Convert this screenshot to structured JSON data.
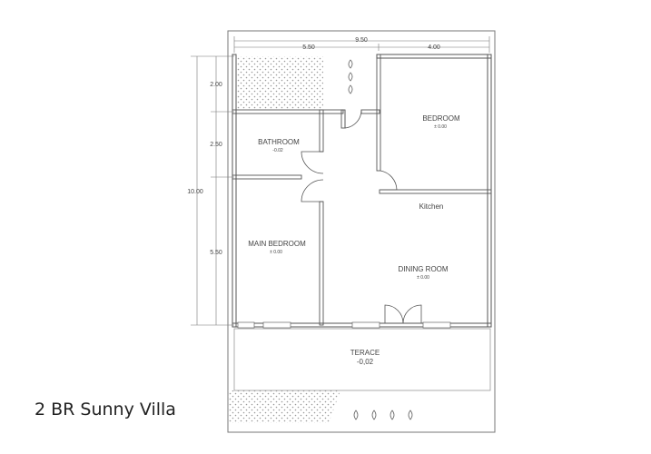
{
  "caption": "2 BR Sunny Villa",
  "dimensions": {
    "overall_width": "9.50",
    "left_width": "5.50",
    "right_width": "4.00",
    "overall_height": "10.00",
    "seg_top": "2.00",
    "seg_middle": "2.50",
    "seg_bottom": "5.50"
  },
  "rooms": {
    "bedroom": {
      "name": "BEDROOM",
      "level": "± 0.00"
    },
    "bathroom": {
      "name": "BATHROOM",
      "level": "-0.02"
    },
    "kitchen": {
      "name": "Kitchen"
    },
    "main_bedroom": {
      "name": "MAIN BEDROOM",
      "level": "± 0.00"
    },
    "dining_room": {
      "name": "DINING ROOM",
      "level": "± 0.00"
    },
    "terrace": {
      "name": "TERACE",
      "level": "-0,02"
    }
  }
}
